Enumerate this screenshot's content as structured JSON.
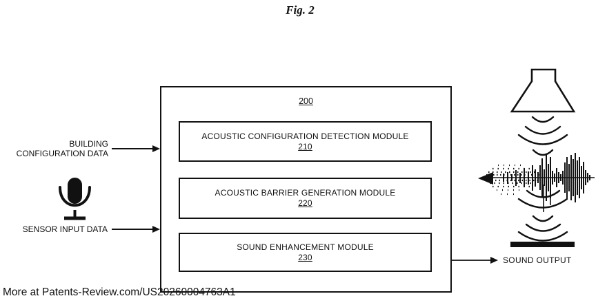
{
  "figure": {
    "title": "Fig. 2",
    "system_number": "200"
  },
  "modules": [
    {
      "name": "ACOUSTIC CONFIGURATION DETECTION MODULE",
      "number": "210"
    },
    {
      "name": "ACOUSTIC BARRIER GENERATION MODULE",
      "number": "220"
    },
    {
      "name": "SOUND ENHANCEMENT MODULE",
      "number": "230"
    }
  ],
  "left_inputs": {
    "building": "BUILDING\nCONFIGURATION DATA",
    "sensor": "SENSOR INPUT DATA"
  },
  "output": {
    "label": "SOUND OUTPUT"
  },
  "icons": {
    "microphone": "microphone-icon",
    "horn_speaker": "horn-speaker-icon",
    "sound_waves_upper": "sound-waves-upper-icon",
    "sound_waves_lower": "sound-waves-lower-icon",
    "waveform": "audio-waveform-icon",
    "floor_bar": "sound-output-surface"
  },
  "watermark": {
    "text": "More at Patents-Review.com/US20260004763A1"
  },
  "colors": {
    "ink": "#111111",
    "background": "#ffffff"
  }
}
